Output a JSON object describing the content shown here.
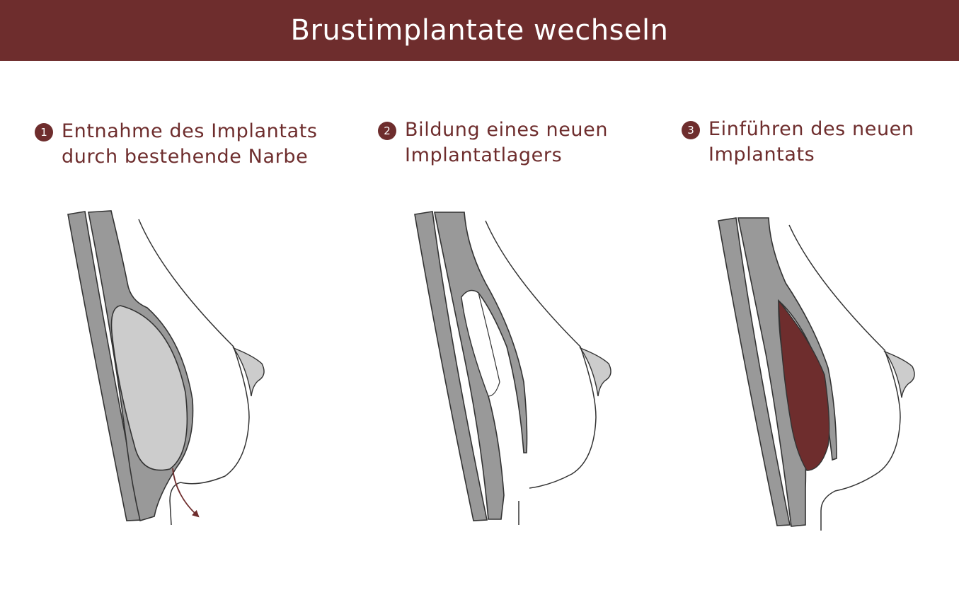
{
  "title": "Brustimplantate wechseln",
  "colors": {
    "brand": "#6e2d2d",
    "muscle": "#999999",
    "implant_old": "#cccccc",
    "implant_new": "#6e2d2d",
    "nipple": "#cccccc"
  },
  "steps": [
    {
      "number": "1",
      "line1": "Entnahme des Implantats",
      "line2": "durch bestehende Narbe"
    },
    {
      "number": "2",
      "line1": "Bildung eines neuen",
      "line2": "Implantatlagers"
    },
    {
      "number": "3",
      "line1": "Einführen des neuen",
      "line2": "Implantats"
    }
  ]
}
